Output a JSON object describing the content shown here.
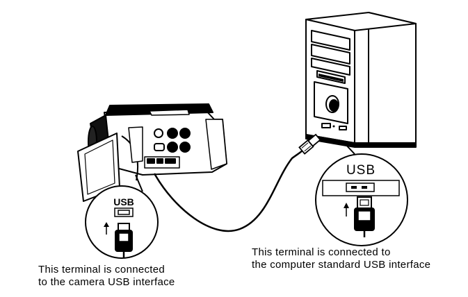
{
  "camera_callout": {
    "port_label": "USB",
    "caption_line1": "This terminal is connected",
    "caption_line2": "to the camera USB interface"
  },
  "computer_callout": {
    "port_label": "USB",
    "caption_line1": "This terminal is connected to",
    "caption_line2": "the computer standard USB interface"
  },
  "colors": {
    "line": "#000000",
    "fill": "#ffffff",
    "shade": "#1a1a1a"
  },
  "icons": [
    "camcorder",
    "desktop-tower",
    "usb-cable",
    "mini-usb-plug",
    "usb-a-plug",
    "usb-port",
    "arrow-up"
  ]
}
